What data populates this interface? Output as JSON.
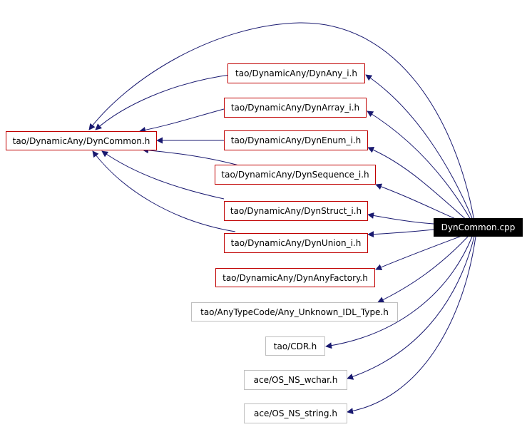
{
  "diagram": {
    "colors": {
      "edge": "#191970",
      "documented_border": "#c00000",
      "undocumented_border": "#bfbfbf",
      "root_fill": "#000000",
      "root_text": "#ffffff"
    },
    "nodes": {
      "dyncommon_cpp": "DynCommon.cpp",
      "dyncommon_h": "tao/DynamicAny/DynCommon.h",
      "dynany_i_h": "tao/DynamicAny/DynAny_i.h",
      "dynarray_i_h": "tao/DynamicAny/DynArray_i.h",
      "dynenum_i_h": "tao/DynamicAny/DynEnum_i.h",
      "dynsequence_i_h": "tao/DynamicAny/DynSequence_i.h",
      "dynstruct_i_h": "tao/DynamicAny/DynStruct_i.h",
      "dynunion_i_h": "tao/DynamicAny/DynUnion_i.h",
      "dynanyfactory_h": "tao/DynamicAny/DynAnyFactory.h",
      "any_unknown_idl_type_h": "tao/AnyTypeCode/Any_Unknown_IDL_Type.h",
      "cdr_h": "tao/CDR.h",
      "os_ns_wchar_h": "ace/OS_NS_wchar.h",
      "os_ns_string_h": "ace/OS_NS_string.h"
    }
  }
}
